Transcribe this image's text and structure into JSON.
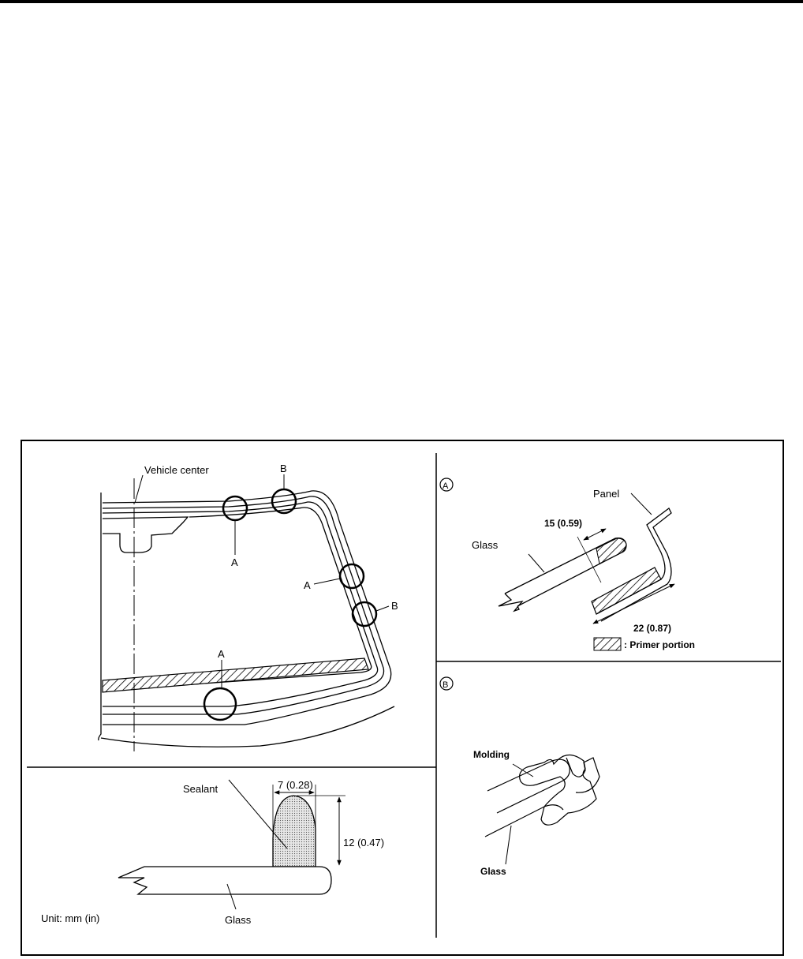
{
  "figure": {
    "windshield": {
      "vehicle_center_label": "Vehicle center",
      "callout_a": "A",
      "callout_b": "B"
    },
    "detail_a": {
      "marker": "A",
      "panel_label": "Panel",
      "glass_label": "Glass",
      "dim_glass": "15 (0.59)",
      "dim_panel": "22 (0.87)",
      "legend_text": ": Primer portion"
    },
    "detail_b": {
      "marker": "B",
      "molding_label": "Molding",
      "glass_label": "Glass"
    },
    "sealant": {
      "sealant_label": "Sealant",
      "dim_width": "7 (0.28)",
      "dim_height": "12 (0.47)",
      "glass_label": "Glass",
      "unit_label": "Unit: mm (in)"
    }
  }
}
